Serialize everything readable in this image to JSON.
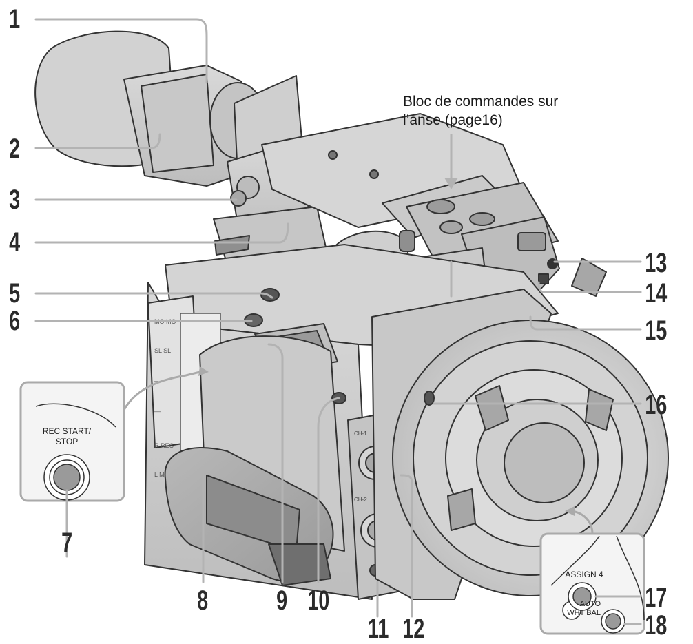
{
  "callouts": [
    "1",
    "2",
    "3",
    "4",
    "5",
    "6",
    "7",
    "8",
    "9",
    "10",
    "11",
    "12",
    "13",
    "14",
    "15",
    "16",
    "17",
    "18"
  ],
  "note": {
    "line1": "Bloc de commandes sur",
    "line2": "l’anse (page16)"
  },
  "inset_left": {
    "label_line1": "REC START/",
    "label_line2": "STOP"
  },
  "inset_right": {
    "assign_label": "ASSIGN 4",
    "awb_line1": "AUTO",
    "awb_line2": "WHT BAL"
  }
}
